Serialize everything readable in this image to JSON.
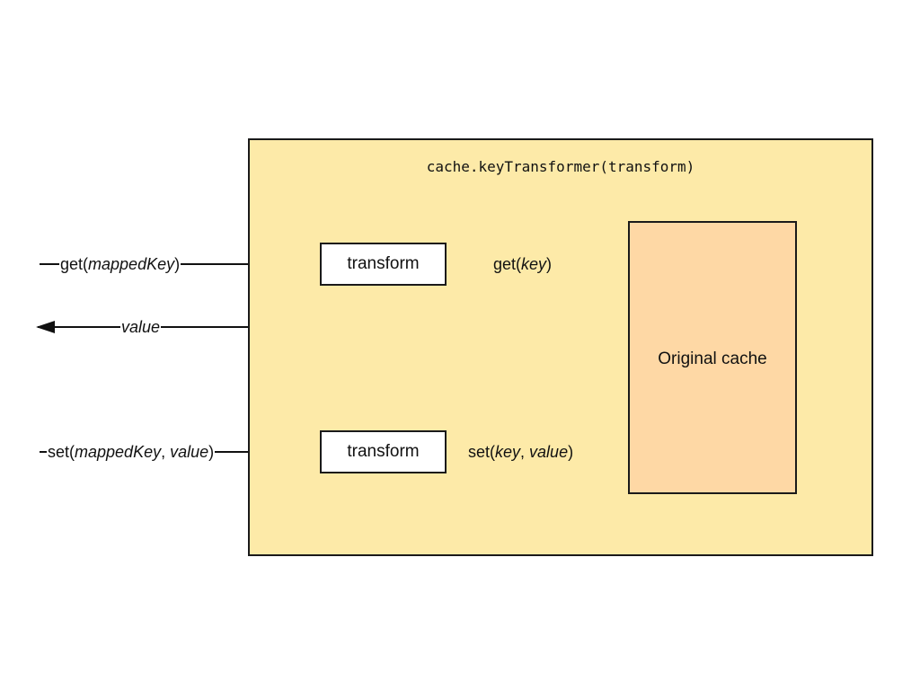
{
  "outer": {
    "title": "cache.keyTransformer(transform)",
    "fill": "#fdeaa8"
  },
  "original_cache": {
    "label": "Original cache",
    "fill": "#fed8a5"
  },
  "transforms": {
    "get_label": "transform",
    "set_label": "transform"
  },
  "edges": {
    "get_in": {
      "prefix": "get(",
      "param": "mappedKey",
      "suffix": ")"
    },
    "get_out": {
      "prefix": "get(",
      "param": "key",
      "suffix": ")"
    },
    "value_return": {
      "param": "value"
    },
    "set_in": {
      "prefix": "set(",
      "param1": "mappedKey",
      "sep": ", ",
      "param2": "value",
      "suffix": ")"
    },
    "set_out": {
      "prefix": "set(",
      "param1": "key",
      "sep": ", ",
      "param2": "value",
      "suffix": ")"
    }
  },
  "colors": {
    "stroke": "#1a1a1a",
    "text": "#111111"
  }
}
